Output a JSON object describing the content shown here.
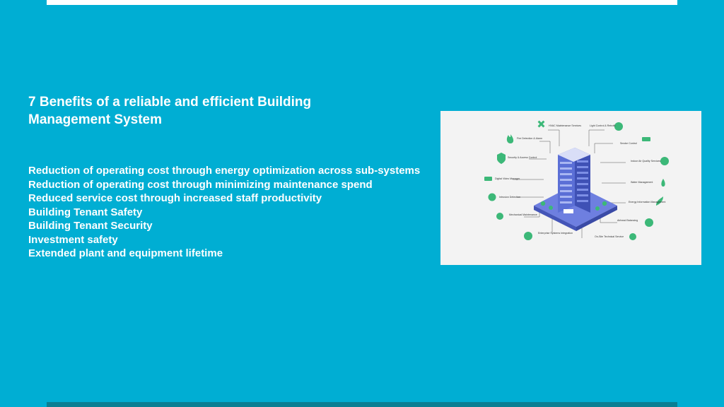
{
  "slide": {
    "title": "7 Benefits of a reliable and efficient Building Management System",
    "benefits": [
      "Reduction of operating cost through energy optimization across sub-systems",
      "Reduction of operating cost through minimizing maintenance spend",
      "Reduced service cost through increased staff productivity",
      "Building Tenant Safety",
      "Building Tenant Security",
      "Investment safety",
      "Extended plant and equipment lifetime"
    ]
  },
  "diagram": {
    "accent_color": "#3cb878",
    "building_color": "#5b6fd6",
    "labels": {
      "hvac": "HVAC Maintenance Services",
      "light": "Light Control & Retrofit",
      "fire": "Fire Detection & Alarm",
      "smoke": "Smoke Control",
      "security": "Security & Access Control",
      "iaq": "Indoor Air Quality Services",
      "video": "Digital Video Manager",
      "water": "Water Management",
      "intrusion": "Intrusion Detection",
      "energy": "Energy Information Management",
      "mechanical": "Mechanical Maintenance",
      "airhead": "Airhead Balancing",
      "integration": "Enterprise Systems Integration",
      "onsite": "On-Site Technical Service"
    }
  }
}
